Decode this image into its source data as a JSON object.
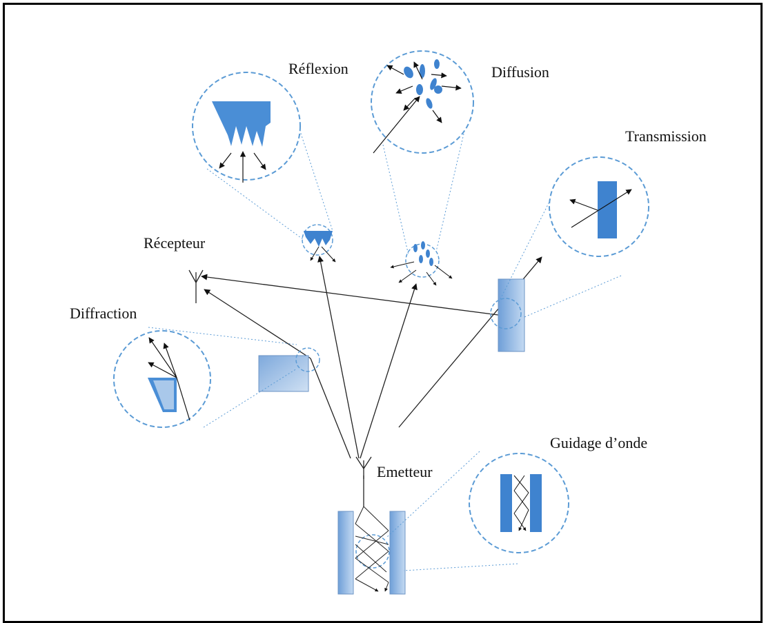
{
  "labels": {
    "reflexion": "Réflexion",
    "diffusion": "Diffusion",
    "transmission": "Transmission",
    "recepteur": "Récepteur",
    "diffraction": "Diffraction",
    "emetteur": "Emetteur",
    "guidage": "Guidage d’onde"
  },
  "colors": {
    "accent_blue": "#5b9bd5",
    "dark_blue": "#2f6fb5",
    "light_blue": "#a9c8ea",
    "line": "#222222"
  }
}
